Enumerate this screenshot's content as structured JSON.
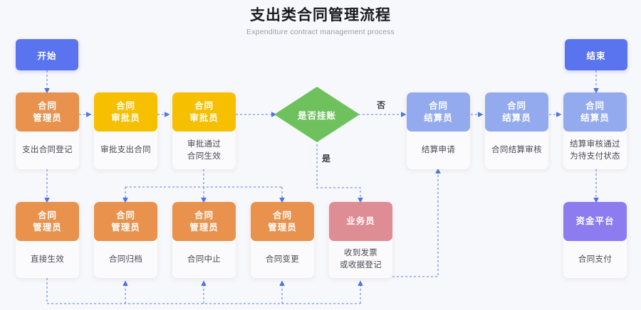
{
  "header": {
    "title": "支出类合同管理流程",
    "subtitle": "Expenditure contract management process"
  },
  "colors": {
    "background": "#f7f8fc",
    "terminator": "#5a73ef",
    "role_orange": "#e8924e",
    "role_yellow": "#f6c000",
    "role_green": "#6fc15e",
    "role_blue": "#93aaee",
    "role_red": "#dd8d93",
    "role_purple": "#8c7cf0",
    "connector": "#7b93ef",
    "arrow": "#4e72e8",
    "card_body": "#fbfbfd",
    "title_text": "#1b1b1f",
    "subtitle_text": "#9b9eab",
    "body_text": "#4a4a52"
  },
  "nodes": {
    "start": {
      "label": "开始"
    },
    "end": {
      "label": "结束"
    },
    "decision": {
      "label": "是否挂账"
    },
    "top_row": [
      {
        "role": "合同管理员",
        "role_line1": "合同",
        "role_line2": "管理员",
        "body_line1": "支出合同登记",
        "body_line2": ""
      },
      {
        "role": "合同审批员",
        "role_line1": "合同",
        "role_line2": "审批员",
        "body_line1": "审批支出合同",
        "body_line2": ""
      },
      {
        "role": "合同审批员",
        "role_line1": "合同",
        "role_line2": "审批员",
        "body_line1": "审批通过",
        "body_line2": "合同生效"
      },
      {
        "role": "合同结算员",
        "role_line1": "合同",
        "role_line2": "结算员",
        "body_line1": "结算申请",
        "body_line2": ""
      },
      {
        "role": "合同结算员",
        "role_line1": "合同",
        "role_line2": "结算员",
        "body_line1": "合同结算审核",
        "body_line2": ""
      },
      {
        "role": "合同结算员",
        "role_line1": "合同",
        "role_line2": "结算员",
        "body_line1": "结算审核通过",
        "body_line2": "为待支付状态"
      }
    ],
    "bottom_row": [
      {
        "role": "合同管理员",
        "role_line1": "合同",
        "role_line2": "管理员",
        "body_line1": "直接生效",
        "body_line2": ""
      },
      {
        "role": "合同管理员",
        "role_line1": "合同",
        "role_line2": "管理员",
        "body_line1": "合同归档",
        "body_line2": ""
      },
      {
        "role": "合同管理员",
        "role_line1": "合同",
        "role_line2": "管理员",
        "body_line1": "合同中止",
        "body_line2": ""
      },
      {
        "role": "合同管理员",
        "role_line1": "合同",
        "role_line2": "管理员",
        "body_line1": "合同变更",
        "body_line2": ""
      },
      {
        "role": "业务员",
        "role_line1": "业务员",
        "role_line2": "",
        "body_line1": "收到发票",
        "body_line2": "或收据登记"
      },
      {
        "role": "资金平台",
        "role_line1": "资金平台",
        "role_line2": "",
        "body_line1": "合同支付",
        "body_line2": ""
      }
    ]
  },
  "branch_labels": {
    "no": "否",
    "yes": "是"
  }
}
